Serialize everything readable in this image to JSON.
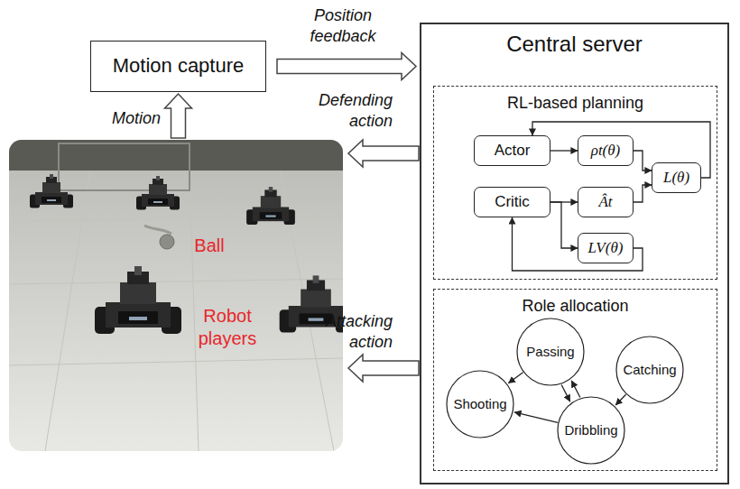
{
  "diagram": {
    "nodes": [
      {
        "text": [
          "Motion capture"
        ]
      },
      {
        "text": [
          "Central server"
        ]
      },
      {
        "text": [
          "RL-based planning"
        ],
        "in": 1
      },
      {
        "text": [
          "Actor"
        ],
        "in": 2
      },
      {
        "text": [
          "ρt(θ)"
        ],
        "in": 2
      },
      {
        "text": [
          "L(θ)"
        ],
        "in": 2
      },
      {
        "text": [
          "Critic"
        ],
        "in": 2
      },
      {
        "text": [
          "Ât"
        ],
        "in": 2
      },
      {
        "text": [
          "LV(θ)"
        ],
        "in": 2
      },
      {
        "text": [
          "Role allocation"
        ],
        "in": 1
      },
      {
        "text": [
          "Passing"
        ],
        "in": 9
      },
      {
        "text": [
          "Catching"
        ],
        "in": 9
      },
      {
        "text": [
          "Shooting"
        ],
        "in": 9
      },
      {
        "text": [
          "Dribbling"
        ],
        "in": 9
      },
      {
        "text": [
          "Ball",
          "Robot players"
        ]
      }
    ],
    "edges": [
      {
        "from": 14,
        "to": 0,
        "arrow": "to",
        "label": "Motion"
      },
      {
        "from": 0,
        "to": 1,
        "arrow": "to",
        "label": "Position feedback"
      },
      {
        "from": 2,
        "to": 14,
        "arrow": "to",
        "label": "Defending action"
      },
      {
        "from": 9,
        "to": 14,
        "arrow": "to",
        "label": "Attacking action"
      },
      {
        "from": 3,
        "to": 4,
        "arrow": "to"
      },
      {
        "from": 4,
        "to": 5,
        "arrow": "to"
      },
      {
        "from": 6,
        "to": 7,
        "arrow": "to"
      },
      {
        "from": 7,
        "to": 5,
        "arrow": "to"
      },
      {
        "from": 6,
        "to": 8,
        "arrow": "to"
      },
      {
        "from": 8,
        "to": 6,
        "arrow": "to"
      },
      {
        "from": 5,
        "to": 3,
        "arrow": "to"
      },
      {
        "from": 10,
        "to": 12,
        "arrow": "to"
      },
      {
        "from": 10,
        "to": 13,
        "arrow": "to"
      },
      {
        "from": 13,
        "to": 10,
        "arrow": "to"
      },
      {
        "from": 11,
        "to": 13,
        "arrow": "to"
      },
      {
        "from": 13,
        "to": 12,
        "arrow": "to"
      }
    ]
  }
}
